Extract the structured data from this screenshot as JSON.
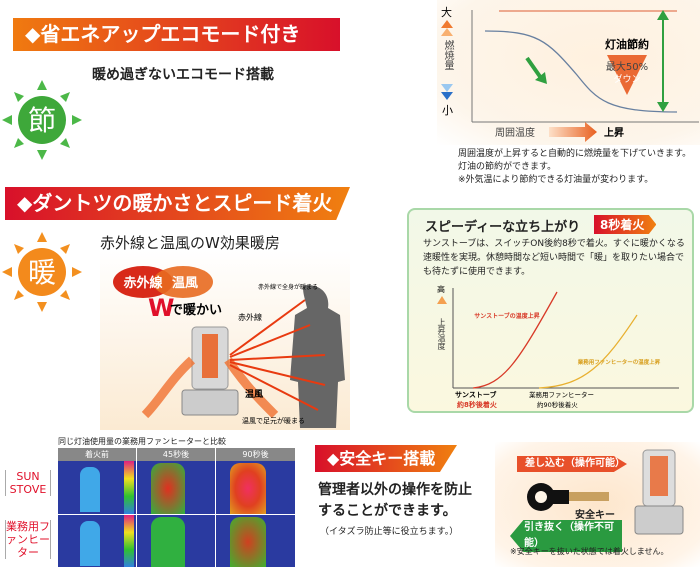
{
  "section1": {
    "banner": "◆省エネアップエコモード付き",
    "subtitle": "暖め過ぎないエコモード搭載",
    "badge": "節",
    "chart": {
      "y_top": "大",
      "y_label": "燃焼量",
      "y_bottom": "小",
      "x_label": "周囲温度",
      "x_end": "上昇",
      "saving_title": "灯油節約",
      "saving_value": "最大50%",
      "saving_suffix": "ダウン"
    },
    "notes": [
      "周囲温度が上昇すると自動的に燃焼量を下げていきます。",
      "灯油の節約ができます。",
      "※外気温により節約できる灯油量が変わります。"
    ]
  },
  "section2": {
    "banner": "◆ダントツの暖かさとスピード着火",
    "badge": "暖",
    "illus_title": "赤外線と温風のW効果暖房",
    "bubble_left": "赤外線",
    "bubble_right": "温風",
    "w_big": "W",
    "w_text": "で暖かい",
    "label_body": "赤外線で全身が暖まる",
    "label_ir": "赤外線",
    "label_wind": "温風",
    "label_feet": "温風で足元が暖まる"
  },
  "speed": {
    "title": "スピーディーな立ち上がり",
    "badge": "8秒着火",
    "body": "サンストーブは、スイッチON後約8秒で着火。すぐに暖かくなる速暖性を実現。休憩時間など短い時間で「暖」を取りたい場合でも待たずに使用できます。",
    "y_top": "高",
    "y_label": "上昇温度",
    "curve1_label": "サンストーブの温度上昇",
    "curve2_label": "業務用ファンヒーターの温度上昇",
    "x1_name": "サンストーブ",
    "x1_time": "約8秒後着火",
    "x2_name": "業務用ファンヒーター",
    "x2_time": "約90秒後着火",
    "colors": {
      "sunstove": "#d83a28",
      "fanheater": "#e8b030"
    }
  },
  "thermal": {
    "caption": "同じ灯油使用量の業務用ファンヒーターと比較",
    "columns": [
      "着火前",
      "45秒後",
      "90秒後"
    ],
    "rows": [
      "SUN STOVE",
      "業務用ファンヒーター"
    ]
  },
  "safety": {
    "banner": "◆安全キー搭載",
    "line1": "管理者以外の操作を防止",
    "line2": "することができます。",
    "line3": "（イタズラ防止等に役立ちます。）",
    "insert_label": "差し込む（操作可能）",
    "remove_label": "引き抜く（操作不可能）",
    "key_label": "安全キー",
    "note": "※安全キーを抜いた状態では着火しません。"
  }
}
